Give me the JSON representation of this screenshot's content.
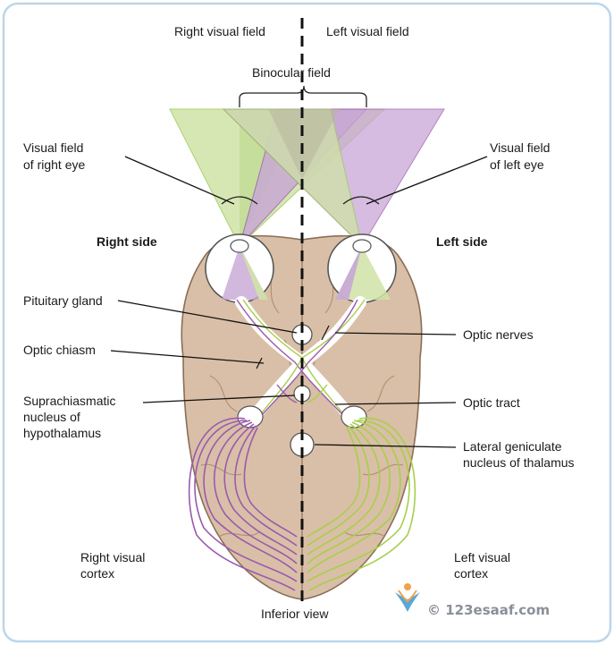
{
  "labels": {
    "right_visual_field": "Right visual field",
    "left_visual_field": "Left visual field",
    "binocular_field": "Binocular field",
    "visual_field_right_eye_1": "Visual field",
    "visual_field_right_eye_2": "of right eye",
    "visual_field_left_eye_1": "Visual field",
    "visual_field_left_eye_2": "of left eye",
    "right_side": "Right side",
    "left_side": "Left side",
    "pituitary_gland": "Pituitary gland",
    "optic_chiasm": "Optic chiasm",
    "suprachiasmatic_1": "Suprachiasmatic",
    "suprachiasmatic_2": "nucleus of",
    "suprachiasmatic_3": "hypothalamus",
    "optic_nerves": "Optic nerves",
    "optic_tract": "Optic tract",
    "lgn_1": "Lateral geniculate",
    "lgn_2": "nucleus of thalamus",
    "right_cortex_1": "Right visual",
    "right_cortex_2": "cortex",
    "left_cortex_1": "Left visual",
    "left_cortex_2": "cortex",
    "inferior_view": "Inferior view"
  },
  "watermark": {
    "text": "© 123esaaf.com"
  },
  "colors": {
    "green_field": "#cfe3a6",
    "purple_field": "#c8a6d6",
    "green_fiber": "#a7cf4a",
    "purple_fiber": "#9b5aae",
    "brain": "#d9bfa7",
    "brain_edge": "#8b6e55",
    "frame": "#bcd6ea"
  }
}
